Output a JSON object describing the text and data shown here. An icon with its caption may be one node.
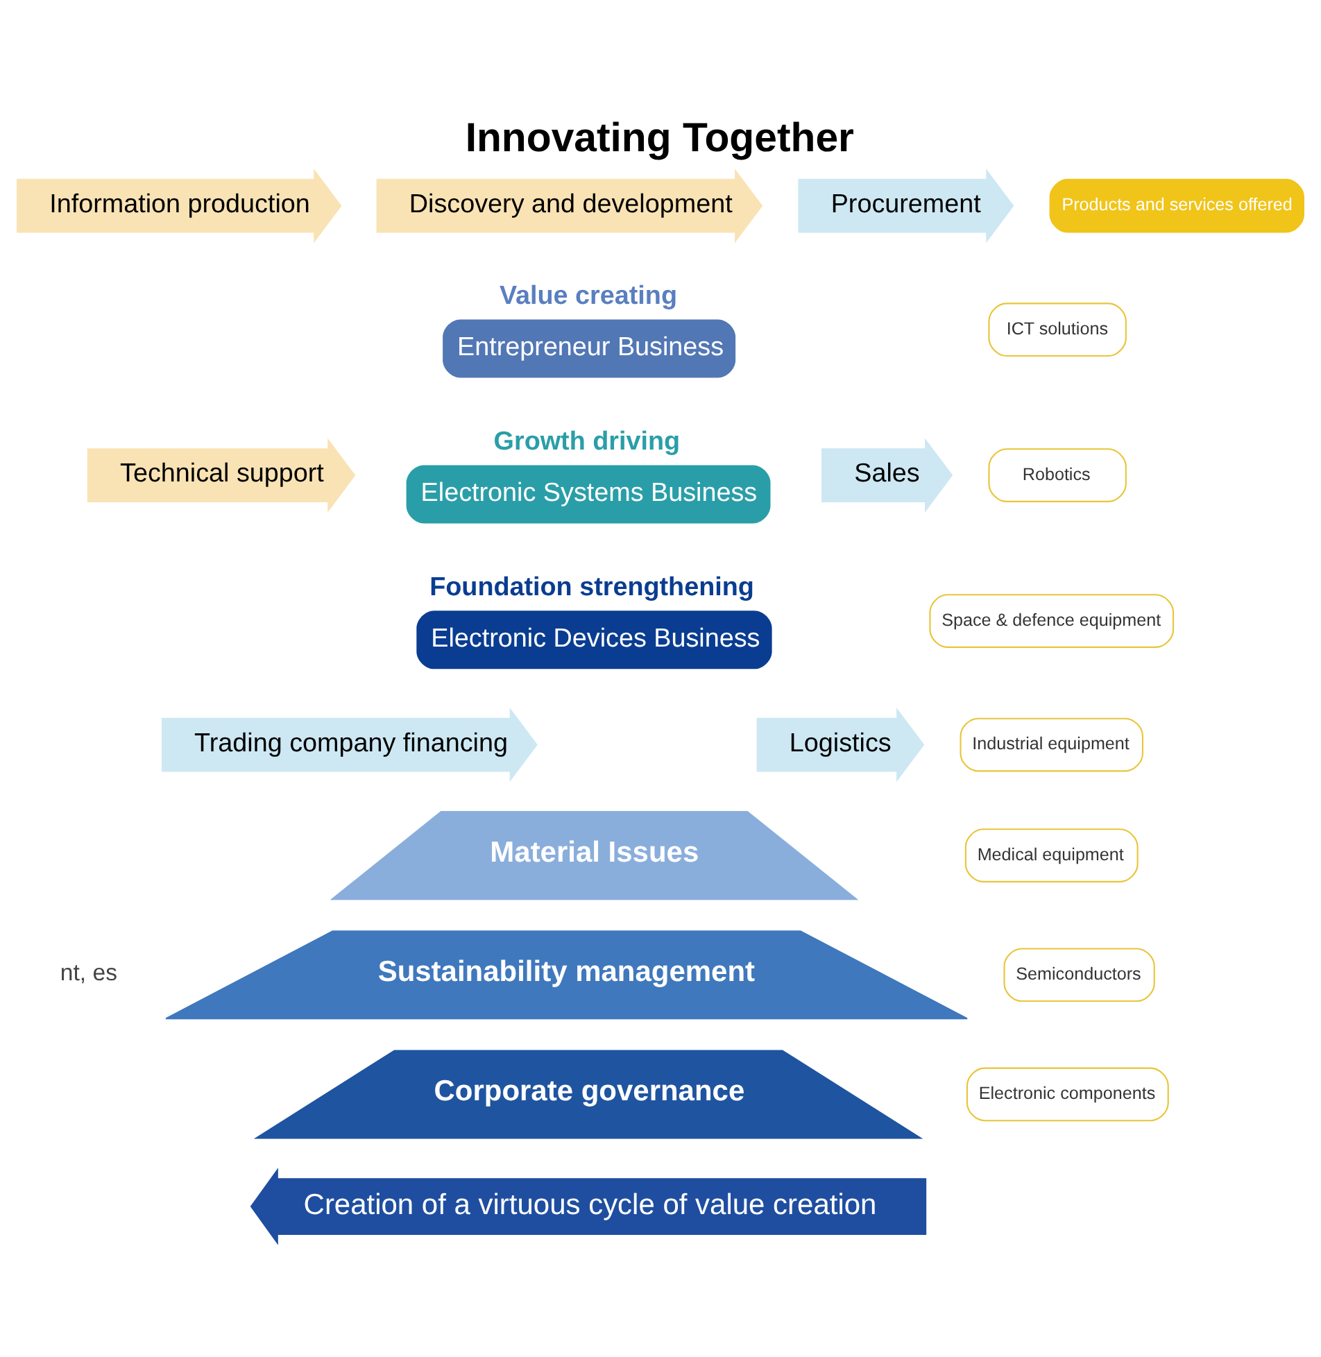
{
  "diagram": {
    "title": "Innovating Together",
    "nodes": [
      {
        "text": [
          "Discovery and development"
        ]
      },
      {
        "text": [
          "Procurement"
        ]
      },
      {
        "text": [
          "Sales"
        ]
      },
      {
        "text": [
          "Logistics"
        ]
      },
      {
        "text": [
          "Trading company financing"
        ]
      },
      {
        "text": [
          "Technical support"
        ]
      },
      {
        "text": [
          "Information production"
        ]
      },
      {
        "text": [
          "Value creating",
          "Entrepreneur Business"
        ]
      },
      {
        "text": [
          "Growth driving",
          "Electronic Systems Business"
        ]
      },
      {
        "text": [
          "Foundation strengthening",
          "Electronic Devices Business"
        ]
      },
      {
        "text": [
          "Products and services offered"
        ]
      },
      {
        "text": [
          "ICT solutions"
        ]
      },
      {
        "text": [
          "Robotics"
        ]
      },
      {
        "text": [
          "Space & defence equipment"
        ]
      },
      {
        "text": [
          "Industrial equipment"
        ]
      },
      {
        "text": [
          "Medical equipment"
        ]
      },
      {
        "text": [
          "Semiconductors"
        ]
      },
      {
        "text": [
          "Electronic components"
        ]
      },
      {
        "text": [
          "Material Issues"
        ]
      },
      {
        "text": [
          "Sustainability management"
        ]
      },
      {
        "text": [
          "Corporate governance"
        ]
      },
      {
        "text": [
          "Creation of a virtuous cycle of value creation"
        ]
      }
    ],
    "labels": [
      "nt, es"
    ]
  }
}
